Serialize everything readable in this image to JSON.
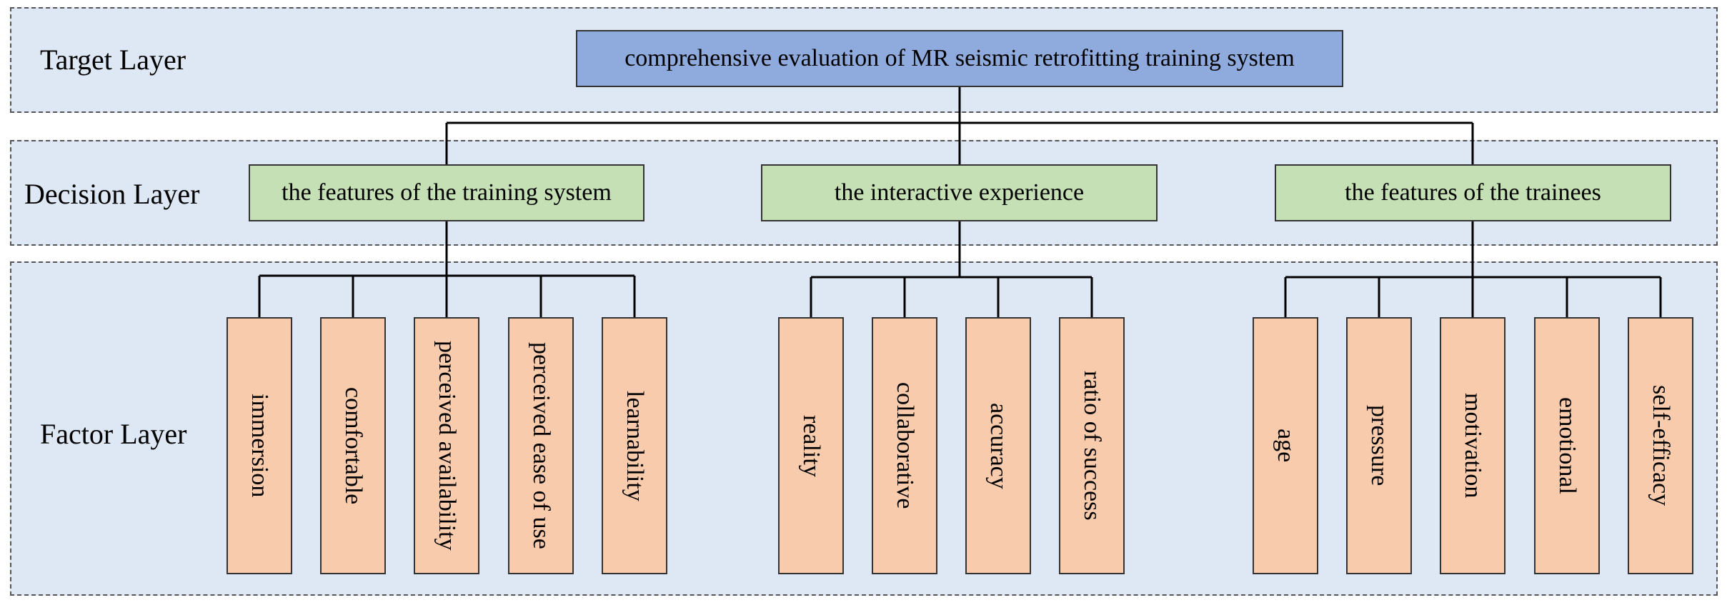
{
  "layers": {
    "target": "Target Layer",
    "decision": "Decision Layer",
    "factor": "Factor Layer"
  },
  "target_node": "comprehensive evaluation of MR seismic retrofitting training system",
  "decision_nodes": [
    "the features of the training system",
    "the interactive experience",
    "the features of the trainees"
  ],
  "factor_groups": [
    [
      "immersion",
      "comfortable",
      "perceived availability",
      "perceived ease of use",
      "learnability"
    ],
    [
      "reality",
      "collaborative",
      "accuracy",
      "ratio of success"
    ],
    [
      "age",
      "pressure",
      "motivation",
      "emotional",
      "self-efficacy"
    ]
  ],
  "colors": {
    "band": "#dde8f4",
    "target": "#8faadc",
    "decision": "#c5e0b4",
    "factor": "#f8cbad"
  }
}
